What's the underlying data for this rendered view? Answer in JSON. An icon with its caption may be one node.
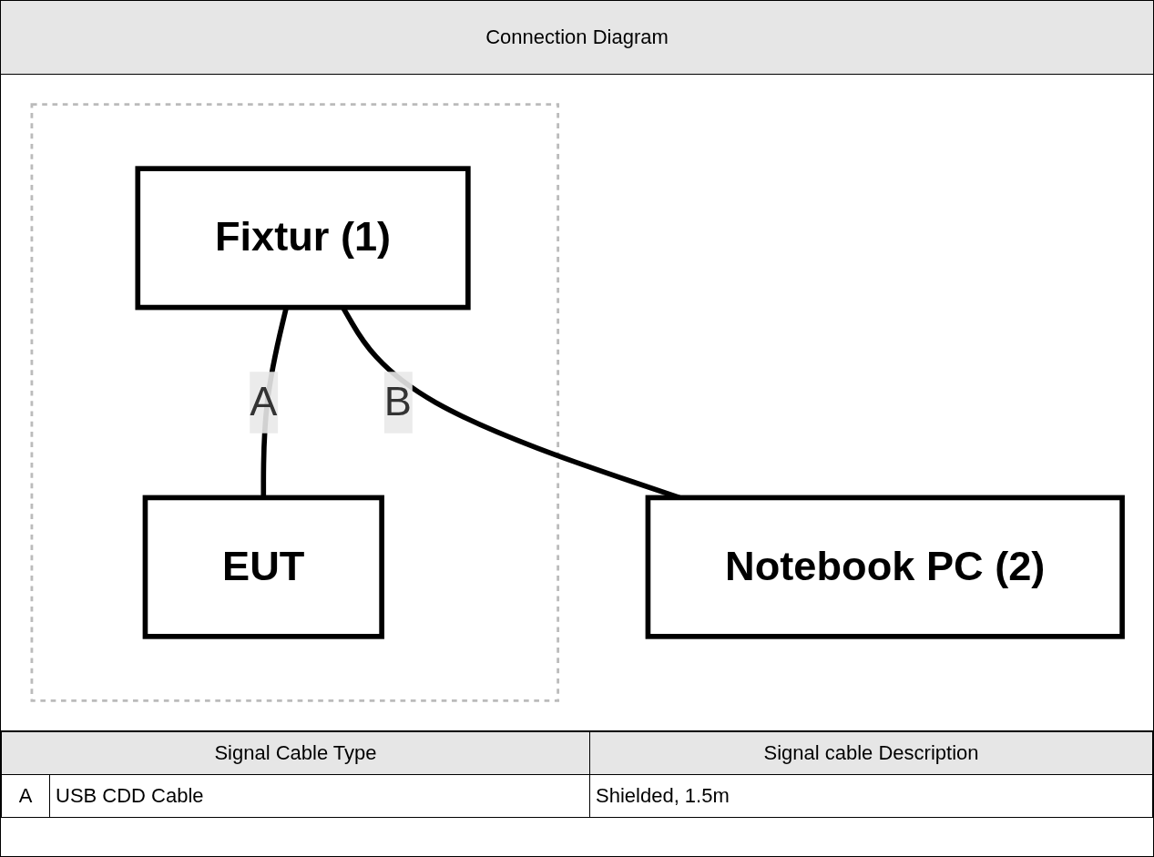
{
  "diagram": {
    "title": "Connection Diagram",
    "nodes": [
      {
        "text": [],
        "shape": "box"
      },
      {
        "text": [
          "Fixtur (1)"
        ],
        "in": 0
      },
      {
        "text": [
          "EUT"
        ],
        "in": 0
      },
      {
        "text": [
          "Notebook PC (2)"
        ]
      }
    ],
    "edges": [
      {
        "from": 1,
        "to": 2,
        "arrow": "none",
        "label": "A"
      },
      {
        "from": 1,
        "to": 3,
        "arrow": "none",
        "label": "B"
      }
    ],
    "labels": [
      "Signal Cable Type",
      "Signal cable Description",
      "A",
      "USB CDD Cable",
      "Shielded, 1.5m"
    ]
  }
}
